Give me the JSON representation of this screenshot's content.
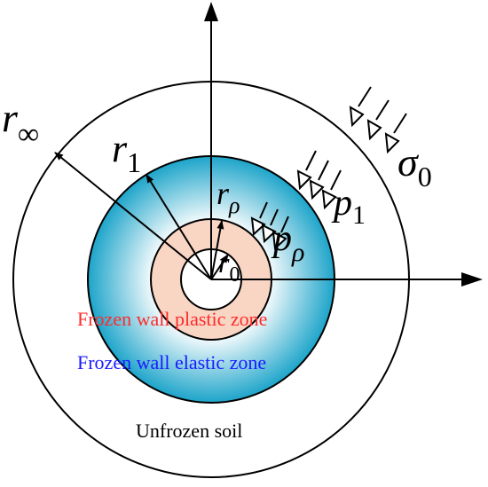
{
  "labels": {
    "r_inf": {
      "base": "r",
      "sub": "∞"
    },
    "r1": {
      "base": "r",
      "sub": "1"
    },
    "r_rho": {
      "base": "r",
      "sub": "ρ"
    },
    "r0": {
      "base": "r",
      "sub": "0"
    },
    "sigma0": {
      "base": "σ",
      "sub": "0"
    },
    "p1": {
      "base": "p",
      "sub": "1"
    },
    "p_rho": {
      "base": "p",
      "sub": "ρ"
    }
  },
  "zones": {
    "plastic": "Frozen wall plastic zone",
    "elastic": "Frozen wall elastic zone",
    "unfrozen": "Unfrozen soil"
  },
  "colors": {
    "plastic_label": "#ff2a2a",
    "elastic_label": "#1a1aff",
    "unfrozen_label": "#000000",
    "elastic_zone_center": "#ffffff",
    "elastic_zone_edge": "#1aa3c9",
    "plastic_zone": "#f9d5c4",
    "line": "#000000"
  }
}
